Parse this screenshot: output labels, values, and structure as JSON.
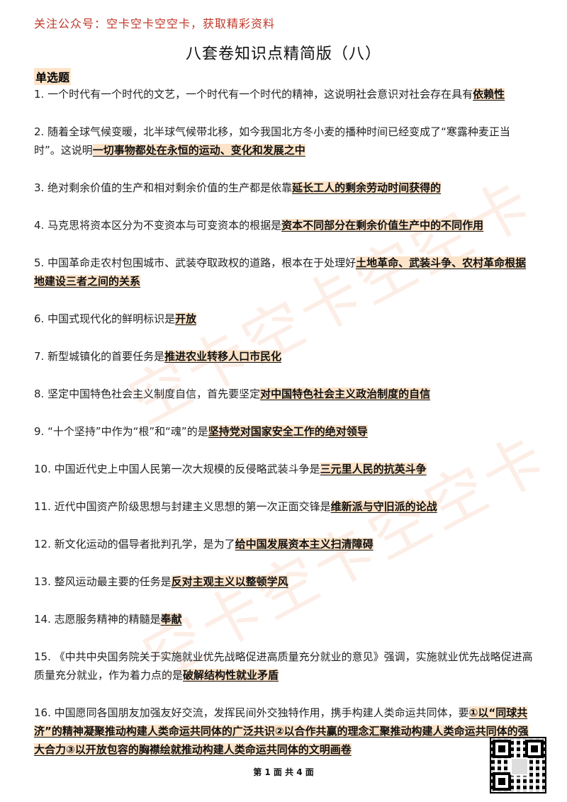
{
  "header_watermark": "关注公众号：空卡空卡空空卡，获取精彩资料",
  "diagonal_watermark": "空卡空卡空空卡",
  "title": "八套卷知识点精简版（八）",
  "section": "单选题",
  "items": [
    {
      "q": "1. 一个时代有一个时代的文艺，一个时代有一个时代的精神，这说明社会意识对社会存在具有",
      "a": "依赖性"
    },
    {
      "q": "2. 随着全球气候变暖，北半球气候带北移，如今我国北方冬小麦的播种时间已经变成了“寒露种麦正当时”。这说明",
      "a": "一切事物都处在永恒的运动、变化和发展之中"
    },
    {
      "q": "3.  绝对剩余价值的生产和相对剩余价值的生产都是依靠",
      "a": "延长工人的剩余劳动时间获得的"
    },
    {
      "q": "4. 马克思将资本区分为不变资本与可变资本的根据是",
      "a": "资本不同部分在剩余价值生产中的不同作用"
    },
    {
      "q": "5. 中国革命走农村包围城市、武装夺取政权的道路，根本在于处理好",
      "a": "土地革命、武装斗争、农村革命根据地建设三者之间的关系"
    },
    {
      "q": "6. 中国式现代化的鲜明标识是",
      "a": "开放"
    },
    {
      "q": "7. 新型城镇化的首要任务是",
      "a": "推进农业转移人口市民化"
    },
    {
      "q": "8.  坚定中国特色社会主义制度自信，首先要坚定",
      "a": "对中国特色社会主义政治制度的自信"
    },
    {
      "q": "9. “十个坚持”中作为“根”和“魂”的是",
      "a": "坚持党对国家安全工作的绝对领导"
    },
    {
      "q": "10. 中国近代史上中国人民第一次大规模的反侵略武装斗争是",
      "a": "三元里人民的抗英斗争"
    },
    {
      "q": "11. 近代中国资产阶级思想与封建主义思想的第一次正面交锋是",
      "a": "维新派与守旧派的论战"
    },
    {
      "q": "12. 新文化运动的倡导者批判孔学，是为了",
      "a": "给中国发展资本主义扫清障碍"
    },
    {
      "q": "13. 整风运动最主要的任务是",
      "a": "反对主观主义以整顿学风"
    },
    {
      "q": "14.  志愿服务精神的精髓是",
      "a": "奉献"
    },
    {
      "q": "15. 《中共中央国务院关于实施就业优先战略促进高质量充分就业的意见》强调，实施就业优先战略促进高质量充分就业，作为着力点的是",
      "a": "破解结构性就业矛盾"
    },
    {
      "q": "16. 中国愿同各国朋友加强友好交流，发挥民间外交独特作用，携手构建人类命运共同体，要",
      "a": "①以“同球共济”的精神凝聚推动构建人类命运共同体的广泛共识②以合作共赢的理念汇聚推动构建人类命运共同体的强大合力③以开放包容的胸襟绘就推动构建人类命运共同体的文明画卷"
    }
  ],
  "footer": "第 1 面 共 4 面",
  "qr_icon": "qr-code-icon"
}
